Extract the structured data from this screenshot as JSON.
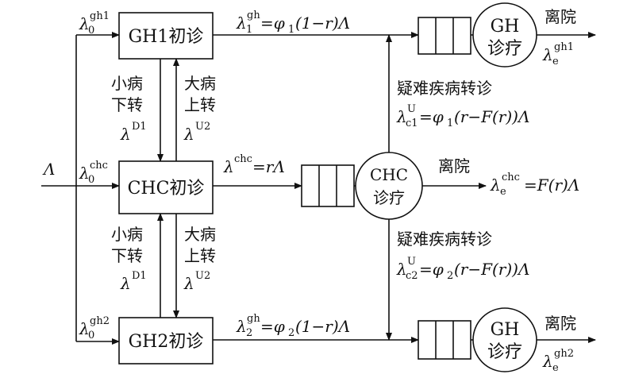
{
  "nodes": {
    "gh1_box": "GH1初诊",
    "chc_box": "CHC初诊",
    "gh2_box": "GH2初诊",
    "chc_service": [
      "CHC",
      "诊疗"
    ],
    "gh_service_top": [
      "GH",
      "诊疗"
    ],
    "gh_service_bottom": [
      "GH",
      "诊疗"
    ]
  },
  "labels": {
    "input": "Λ",
    "lambda_gh1_in": {
      "base": "λ",
      "sub": "0",
      "sup": "gh1"
    },
    "lambda_chc_in": {
      "base": "λ",
      "sub": "0",
      "sup": "chc"
    },
    "lambda_gh2_in": {
      "base": "λ",
      "sub": "0",
      "sup": "gh2"
    },
    "minor_down": [
      "小病",
      "下转"
    ],
    "major_up": [
      "大病",
      "上转"
    ],
    "lambda_D1": {
      "base": "λ",
      "sup": "D1"
    },
    "lambda_U2": {
      "base": "λ",
      "sup": "U2"
    },
    "flow_gh1": {
      "base": "λ",
      "sub": "1",
      "sup": "gh",
      "expr": "=φ",
      "phisub": "1",
      "rest": "(1−r)Λ"
    },
    "flow_gh2": {
      "base": "λ",
      "sub": "2",
      "sup": "gh",
      "expr": "=φ",
      "phisub": "2",
      "rest": "(1−r)Λ"
    },
    "flow_chc": {
      "base": "λ",
      "sup": "chc",
      "rest": "=rΛ"
    },
    "refer_top_title": "疑难疾病转诊",
    "refer_top": {
      "base": "λ",
      "sub": "c1",
      "sup": "U",
      "expr": "=φ",
      "phisub": "1",
      "rest": "(r−F(r))Λ"
    },
    "refer_bottom_title": "疑难疾病转诊",
    "refer_bottom": {
      "base": "λ",
      "sub": "c2",
      "sup": "U",
      "expr": "=φ",
      "phisub": "2",
      "rest": "(r−F(r))Λ"
    },
    "discharge_top": "离院",
    "discharge_mid": "离院",
    "discharge_bottom": "离院",
    "exit_gh1": {
      "base": "λ",
      "sub": "e",
      "sup": "gh1"
    },
    "exit_chc": {
      "base": "λ",
      "sub": "e",
      "sup": "chc",
      "rest": "=F(r)Λ"
    },
    "exit_gh2": {
      "base": "λ",
      "sub": "e",
      "sup": "gh2"
    }
  }
}
